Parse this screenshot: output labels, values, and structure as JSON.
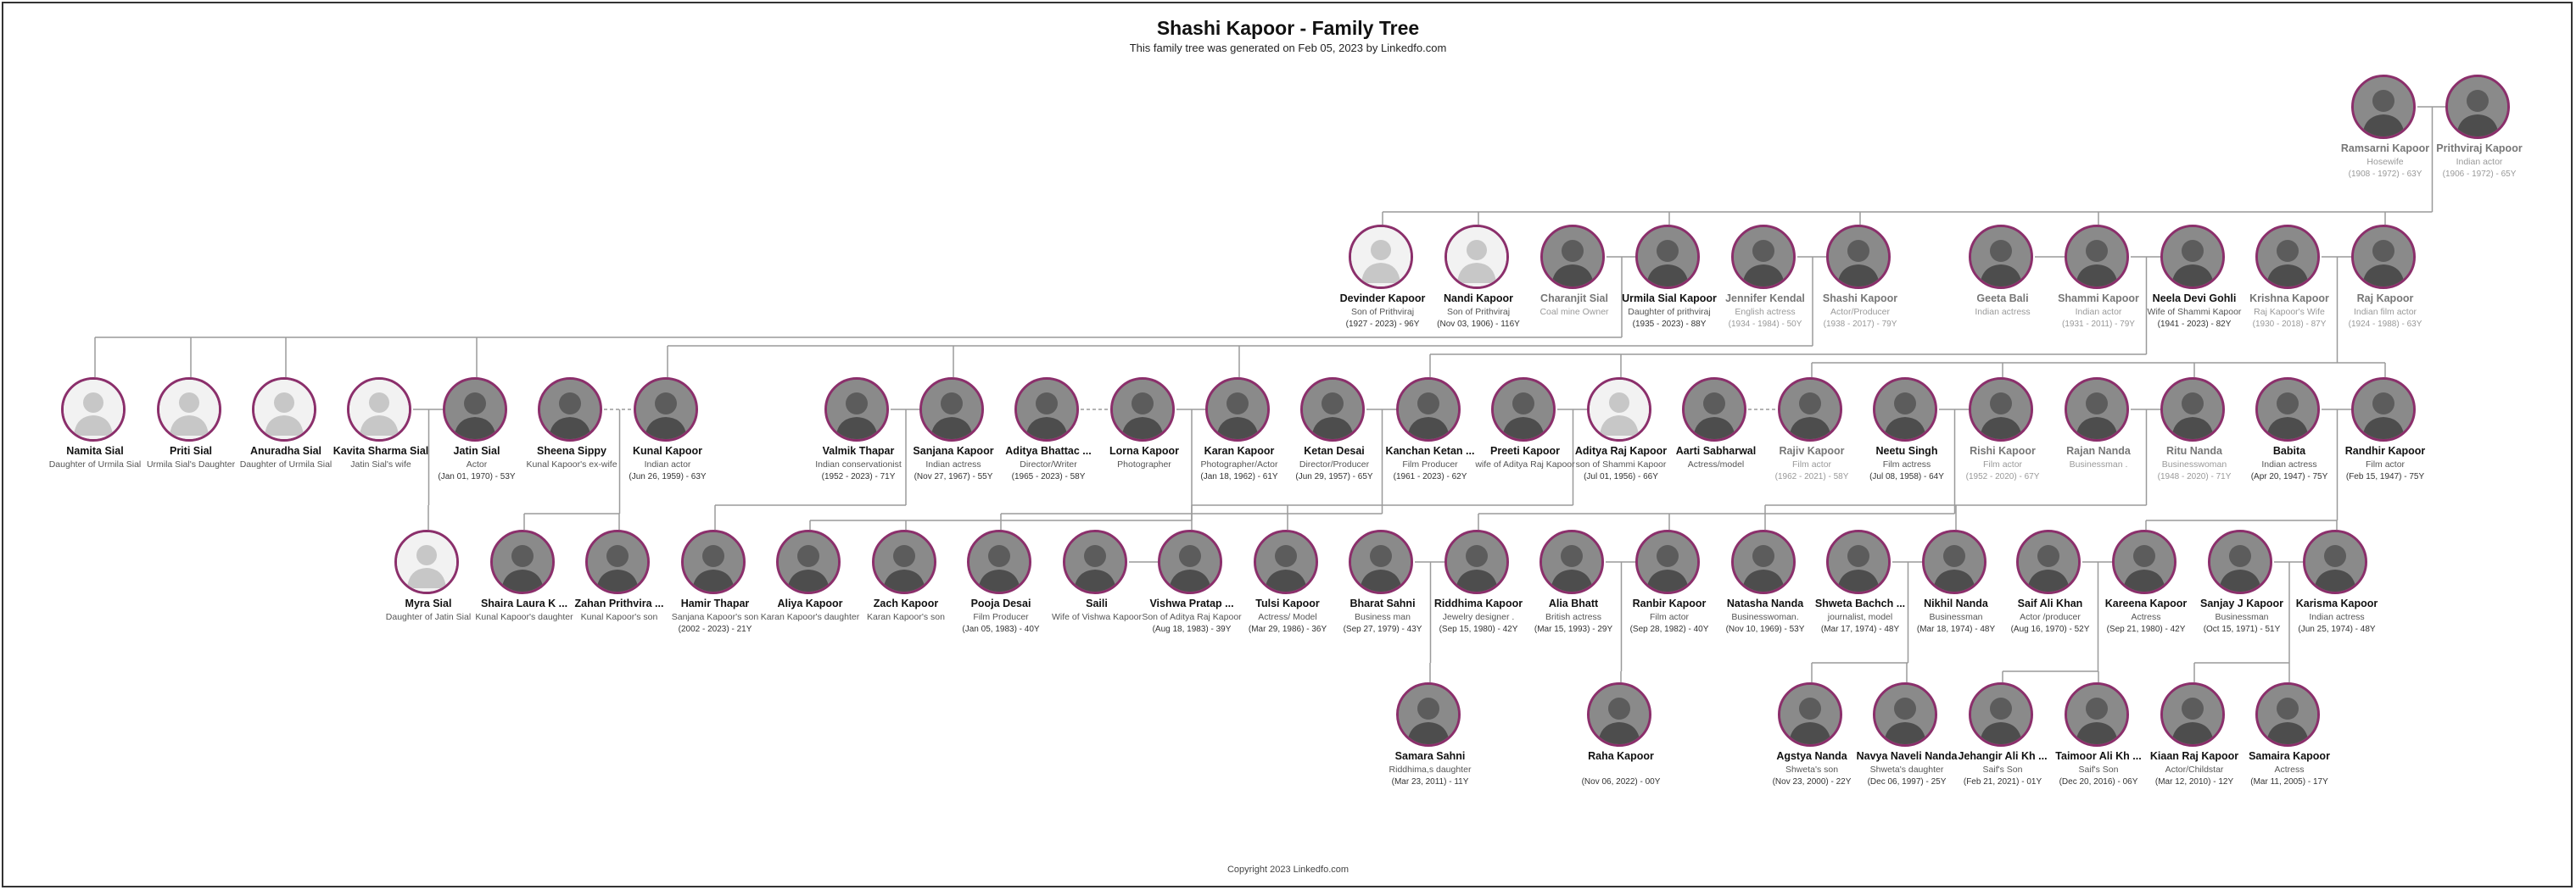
{
  "title": "Shashi Kapoor - Family Tree",
  "subtitle": "This family tree was generated on Feb 05, 2023 by Linkedfo.com",
  "copyright": "Copyright 2023 Linkedfo.com",
  "colors": {
    "photo_border": "#8b2f6b",
    "line": "#9a9a9a",
    "text_primary": "#111111",
    "text_muted": "#777777"
  },
  "people": [
    {
      "id": "ramsarni",
      "name": "Ramsarni Kapoor",
      "desc": "Hosewife",
      "dates": "(1908 - 1972) - 63Y",
      "photo": "photo",
      "muted": true
    },
    {
      "id": "prithviraj",
      "name": "Prithviraj Kapoor",
      "desc": "Indian actor",
      "dates": "(1906 - 1972) - 65Y",
      "photo": "photo",
      "muted": true
    },
    {
      "id": "devinder",
      "name": "Devinder Kapoor",
      "desc": "Son of Prithviraj",
      "dates": "(1927 - 2023) - 96Y",
      "photo": "placeholder",
      "muted": false
    },
    {
      "id": "nandi",
      "name": "Nandi Kapoor",
      "desc": "Son of Prithviraj",
      "dates": "(Nov 03, 1906) - 116Y",
      "photo": "placeholder",
      "muted": false
    },
    {
      "id": "charanjit",
      "name": "Charanjit Sial",
      "desc": "Coal mine Owner",
      "dates": "",
      "photo": "photo",
      "muted": true
    },
    {
      "id": "urmila",
      "name": "Urmila Sial Kapoor",
      "desc": "Daughter of prithviraj",
      "dates": "(1935 - 2023) - 88Y",
      "photo": "photo",
      "muted": false
    },
    {
      "id": "jennifer",
      "name": "Jennifer Kendal",
      "desc": "English actress",
      "dates": "(1934 - 1984) - 50Y",
      "photo": "photo",
      "muted": true
    },
    {
      "id": "shashi",
      "name": "Shashi Kapoor",
      "desc": "Actor/Producer",
      "dates": "(1938 - 2017) - 79Y",
      "photo": "photo",
      "muted": true
    },
    {
      "id": "geeta",
      "name": "Geeta Bali",
      "desc": "Indian actress",
      "dates": "",
      "photo": "photo",
      "muted": true
    },
    {
      "id": "shammi",
      "name": "Shammi Kapoor",
      "desc": "Indian actor",
      "dates": "(1931 - 2011) - 79Y",
      "photo": "photo",
      "muted": true
    },
    {
      "id": "neela",
      "name": "Neela Devi Gohli",
      "desc": "Wife of Shammi Kapoor",
      "dates": "(1941 - 2023) - 82Y",
      "photo": "photo",
      "muted": false
    },
    {
      "id": "krishna",
      "name": "Krishna Kapoor",
      "desc": "Raj Kapoor's Wife",
      "dates": "(1930 - 2018) - 87Y",
      "photo": "photo",
      "muted": true
    },
    {
      "id": "raj",
      "name": "Raj Kapoor",
      "desc": "Indian film actor",
      "dates": "(1924 - 1988) - 63Y",
      "photo": "photo",
      "muted": true
    },
    {
      "id": "namita",
      "name": "Namita Sial",
      "desc": "Daughter of Urmila Sial",
      "dates": "",
      "photo": "placeholder",
      "muted": false
    },
    {
      "id": "priti",
      "name": "Priti Sial",
      "desc": "Urmila Sial's Daughter",
      "dates": "",
      "photo": "placeholder",
      "muted": false
    },
    {
      "id": "anuradha",
      "name": "Anuradha Sial",
      "desc": "Daughter of Urmila Sial",
      "dates": "",
      "photo": "placeholder",
      "muted": false
    },
    {
      "id": "kavita",
      "name": "Kavita Sharma Sial",
      "desc": "Jatin Sial's wife",
      "dates": "",
      "photo": "placeholder",
      "muted": false
    },
    {
      "id": "jatin",
      "name": "Jatin Sial",
      "desc": "Actor",
      "dates": "(Jan 01, 1970) - 53Y",
      "photo": "photo",
      "muted": false
    },
    {
      "id": "sheena",
      "name": "Sheena Sippy",
      "desc": "Kunal Kapoor's ex-wife",
      "dates": "",
      "photo": "photo",
      "muted": false
    },
    {
      "id": "kunal",
      "name": "Kunal Kapoor",
      "desc": "Indian actor",
      "dates": "(Jun 26, 1959) - 63Y",
      "photo": "photo",
      "muted": false
    },
    {
      "id": "valmik",
      "name": "Valmik Thapar",
      "desc": "Indian conservationist",
      "dates": "(1952 - 2023) - 71Y",
      "photo": "photo",
      "muted": false
    },
    {
      "id": "sanjana",
      "name": "Sanjana Kapoor",
      "desc": "Indian actress",
      "dates": "(Nov 27, 1967) - 55Y",
      "photo": "photo",
      "muted": false
    },
    {
      "id": "aditya_b",
      "name": "Aditya Bhattac ...",
      "desc": "Director/Writer",
      "dates": "(1965 - 2023) - 58Y",
      "photo": "photo",
      "muted": false
    },
    {
      "id": "lorna",
      "name": "Lorna Kapoor",
      "desc": "Photographer",
      "dates": "",
      "photo": "photo",
      "muted": false
    },
    {
      "id": "karan",
      "name": "Karan Kapoor",
      "desc": "Photographer/Actor",
      "dates": "(Jan 18, 1962) - 61Y",
      "photo": "photo",
      "muted": false
    },
    {
      "id": "ketan",
      "name": "Ketan Desai",
      "desc": "Director/Producer",
      "dates": "(Jun 29, 1957) - 65Y",
      "photo": "photo",
      "muted": false
    },
    {
      "id": "kanchan",
      "name": "Kanchan Ketan ...",
      "desc": "Film Producer",
      "dates": "(1961 - 2023) - 62Y",
      "photo": "photo",
      "muted": false
    },
    {
      "id": "preeti",
      "name": "Preeti Kapoor",
      "desc": "wife of Aditya Raj Kapoor",
      "dates": "",
      "photo": "photo",
      "muted": false
    },
    {
      "id": "aditya_raj",
      "name": "Aditya Raj Kapoor",
      "desc": "son of Shammi Kapoor",
      "dates": "(Jul 01, 1956) - 66Y",
      "photo": "placeholder",
      "muted": false
    },
    {
      "id": "aarti",
      "name": "Aarti Sabharwal",
      "desc": "Actress/model",
      "dates": "",
      "photo": "photo",
      "muted": false
    },
    {
      "id": "rajiv",
      "name": "Rajiv Kapoor",
      "desc": "Film actor",
      "dates": "(1962 - 2021) - 58Y",
      "photo": "photo",
      "muted": true
    },
    {
      "id": "neetu",
      "name": "Neetu Singh",
      "desc": "Film actress",
      "dates": "(Jul 08, 1958) - 64Y",
      "photo": "photo",
      "muted": false
    },
    {
      "id": "rishi",
      "name": "Rishi Kapoor",
      "desc": "Film actor",
      "dates": "(1952 - 2020) - 67Y",
      "photo": "photo",
      "muted": true
    },
    {
      "id": "rajan",
      "name": "Rajan Nanda",
      "desc": "Businessman .",
      "dates": "",
      "photo": "photo",
      "muted": true
    },
    {
      "id": "ritu",
      "name": "Ritu Nanda",
      "desc": "Businesswoman",
      "dates": "(1948 - 2020) - 71Y",
      "photo": "photo",
      "muted": true
    },
    {
      "id": "babita",
      "name": "Babita",
      "desc": "Indian actress",
      "dates": "(Apr 20, 1947) - 75Y",
      "photo": "photo",
      "muted": false
    },
    {
      "id": "randhir",
      "name": "Randhir Kapoor",
      "desc": "Film actor",
      "dates": "(Feb 15, 1947) - 75Y",
      "photo": "photo",
      "muted": false
    },
    {
      "id": "myra",
      "name": "Myra Sial",
      "desc": "Daughter of Jatin Sial",
      "dates": "",
      "photo": "placeholder",
      "muted": false
    },
    {
      "id": "shaira",
      "name": "Shaira Laura K ...",
      "desc": "Kunal Kapoor's daughter",
      "dates": "",
      "photo": "photo",
      "muted": false
    },
    {
      "id": "zahan",
      "name": "Zahan Prithvira ...",
      "desc": "Kunal Kapoor's son",
      "dates": "",
      "photo": "photo",
      "muted": false
    },
    {
      "id": "hamir",
      "name": "Hamir Thapar",
      "desc": "Sanjana Kapoor's son",
      "dates": "(2002 - 2023) - 21Y",
      "photo": "photo",
      "muted": false
    },
    {
      "id": "aliya",
      "name": "Aliya Kapoor",
      "desc": "Karan Kapoor's daughter",
      "dates": "",
      "photo": "photo",
      "muted": false
    },
    {
      "id": "zach",
      "name": "Zach Kapoor",
      "desc": "Karan Kapoor's son",
      "dates": "",
      "photo": "photo",
      "muted": false
    },
    {
      "id": "pooja",
      "name": "Pooja Desai",
      "desc": "Film Producer",
      "dates": "(Jan 05, 1983) - 40Y",
      "photo": "photo",
      "muted": false
    },
    {
      "id": "saili",
      "name": "Saili",
      "desc": "Wife of Vishwa Kapoor",
      "dates": "",
      "photo": "photo",
      "muted": false
    },
    {
      "id": "vishwa",
      "name": "Vishwa Pratap ...",
      "desc": "Son of Aditya Raj Kapoor",
      "dates": "(Aug 18, 1983) - 39Y",
      "photo": "photo",
      "muted": false
    },
    {
      "id": "tulsi",
      "name": "Tulsi Kapoor",
      "desc": "Actress/ Model",
      "dates": "(Mar 29, 1986) - 36Y",
      "photo": "photo",
      "muted": false
    },
    {
      "id": "bharat",
      "name": "Bharat Sahni",
      "desc": "Business man",
      "dates": "(Sep 27, 1979) - 43Y",
      "photo": "photo",
      "muted": false
    },
    {
      "id": "riddhima",
      "name": "Riddhima Kapoor",
      "desc": "Jewelry designer .",
      "dates": "(Sep 15, 1980) - 42Y",
      "photo": "photo",
      "muted": false
    },
    {
      "id": "alia",
      "name": "Alia Bhatt",
      "desc": "British actress",
      "dates": "(Mar 15, 1993) - 29Y",
      "photo": "photo",
      "muted": false
    },
    {
      "id": "ranbir",
      "name": "Ranbir Kapoor",
      "desc": "Film actor",
      "dates": "(Sep 28, 1982) - 40Y",
      "photo": "photo",
      "muted": false
    },
    {
      "id": "natasha",
      "name": "Natasha Nanda",
      "desc": "Businesswoman.",
      "dates": "(Nov 10, 1969) - 53Y",
      "photo": "photo",
      "muted": false
    },
    {
      "id": "shweta",
      "name": "Shweta Bachch ...",
      "desc": "journalist,  model",
      "dates": "(Mar 17, 1974) - 48Y",
      "photo": "photo",
      "muted": false
    },
    {
      "id": "nikhil",
      "name": "Nikhil Nanda",
      "desc": "Businessman",
      "dates": "(Mar 18, 1974) - 48Y",
      "photo": "photo",
      "muted": false
    },
    {
      "id": "saif",
      "name": "Saif Ali Khan",
      "desc": "Actor /producer",
      "dates": "(Aug 16, 1970) - 52Y",
      "photo": "photo",
      "muted": false
    },
    {
      "id": "kareena",
      "name": "Kareena Kapoor",
      "desc": "Actress",
      "dates": "(Sep 21, 1980) - 42Y",
      "photo": "photo",
      "muted": false
    },
    {
      "id": "sanjay",
      "name": "Sanjay J Kapoor",
      "desc": "Businessman",
      "dates": "(Oct 15, 1971) - 51Y",
      "photo": "photo",
      "muted": false
    },
    {
      "id": "karisma",
      "name": "Karisma Kapoor",
      "desc": "Indian actress",
      "dates": "(Jun 25, 1974) - 48Y",
      "photo": "photo",
      "muted": false
    },
    {
      "id": "samara_s",
      "name": "Samara Sahni",
      "desc": "Riddhima,s daughter",
      "dates": "(Mar 23, 2011) - 11Y",
      "photo": "photo",
      "muted": false
    },
    {
      "id": "raha",
      "name": "Raha Kapoor",
      "desc": "",
      "dates": "(Nov 06, 2022) - 00Y",
      "photo": "photo",
      "muted": false
    },
    {
      "id": "agstya",
      "name": "Agstya Nanda",
      "desc": "Shweta's son",
      "dates": "(Nov 23, 2000) - 22Y",
      "photo": "photo",
      "muted": false
    },
    {
      "id": "navya",
      "name": "Navya Naveli Nanda",
      "desc": "Shweta's daughter",
      "dates": "(Dec 06, 1997) - 25Y",
      "photo": "photo",
      "muted": false
    },
    {
      "id": "jehangir",
      "name": "Jehangir Ali Kh ...",
      "desc": "Saif's Son",
      "dates": "(Feb 21, 2021) - 01Y",
      "photo": "photo",
      "muted": false
    },
    {
      "id": "taimoor",
      "name": "Taimoor Ali Kh ...",
      "desc": "Saif's Son",
      "dates": "(Dec 20, 2016) - 06Y",
      "photo": "photo",
      "muted": false
    },
    {
      "id": "kiaan",
      "name": "Kiaan Raj Kapoor",
      "desc": "Actor/Childstar",
      "dates": "(Mar 12, 2010) - 12Y",
      "photo": "photo",
      "muted": false
    },
    {
      "id": "samaira",
      "name": "Samaira Kapoor",
      "desc": "Actress",
      "dates": "(Mar 11, 2005) - 17Y",
      "photo": "photo",
      "muted": false
    }
  ]
}
